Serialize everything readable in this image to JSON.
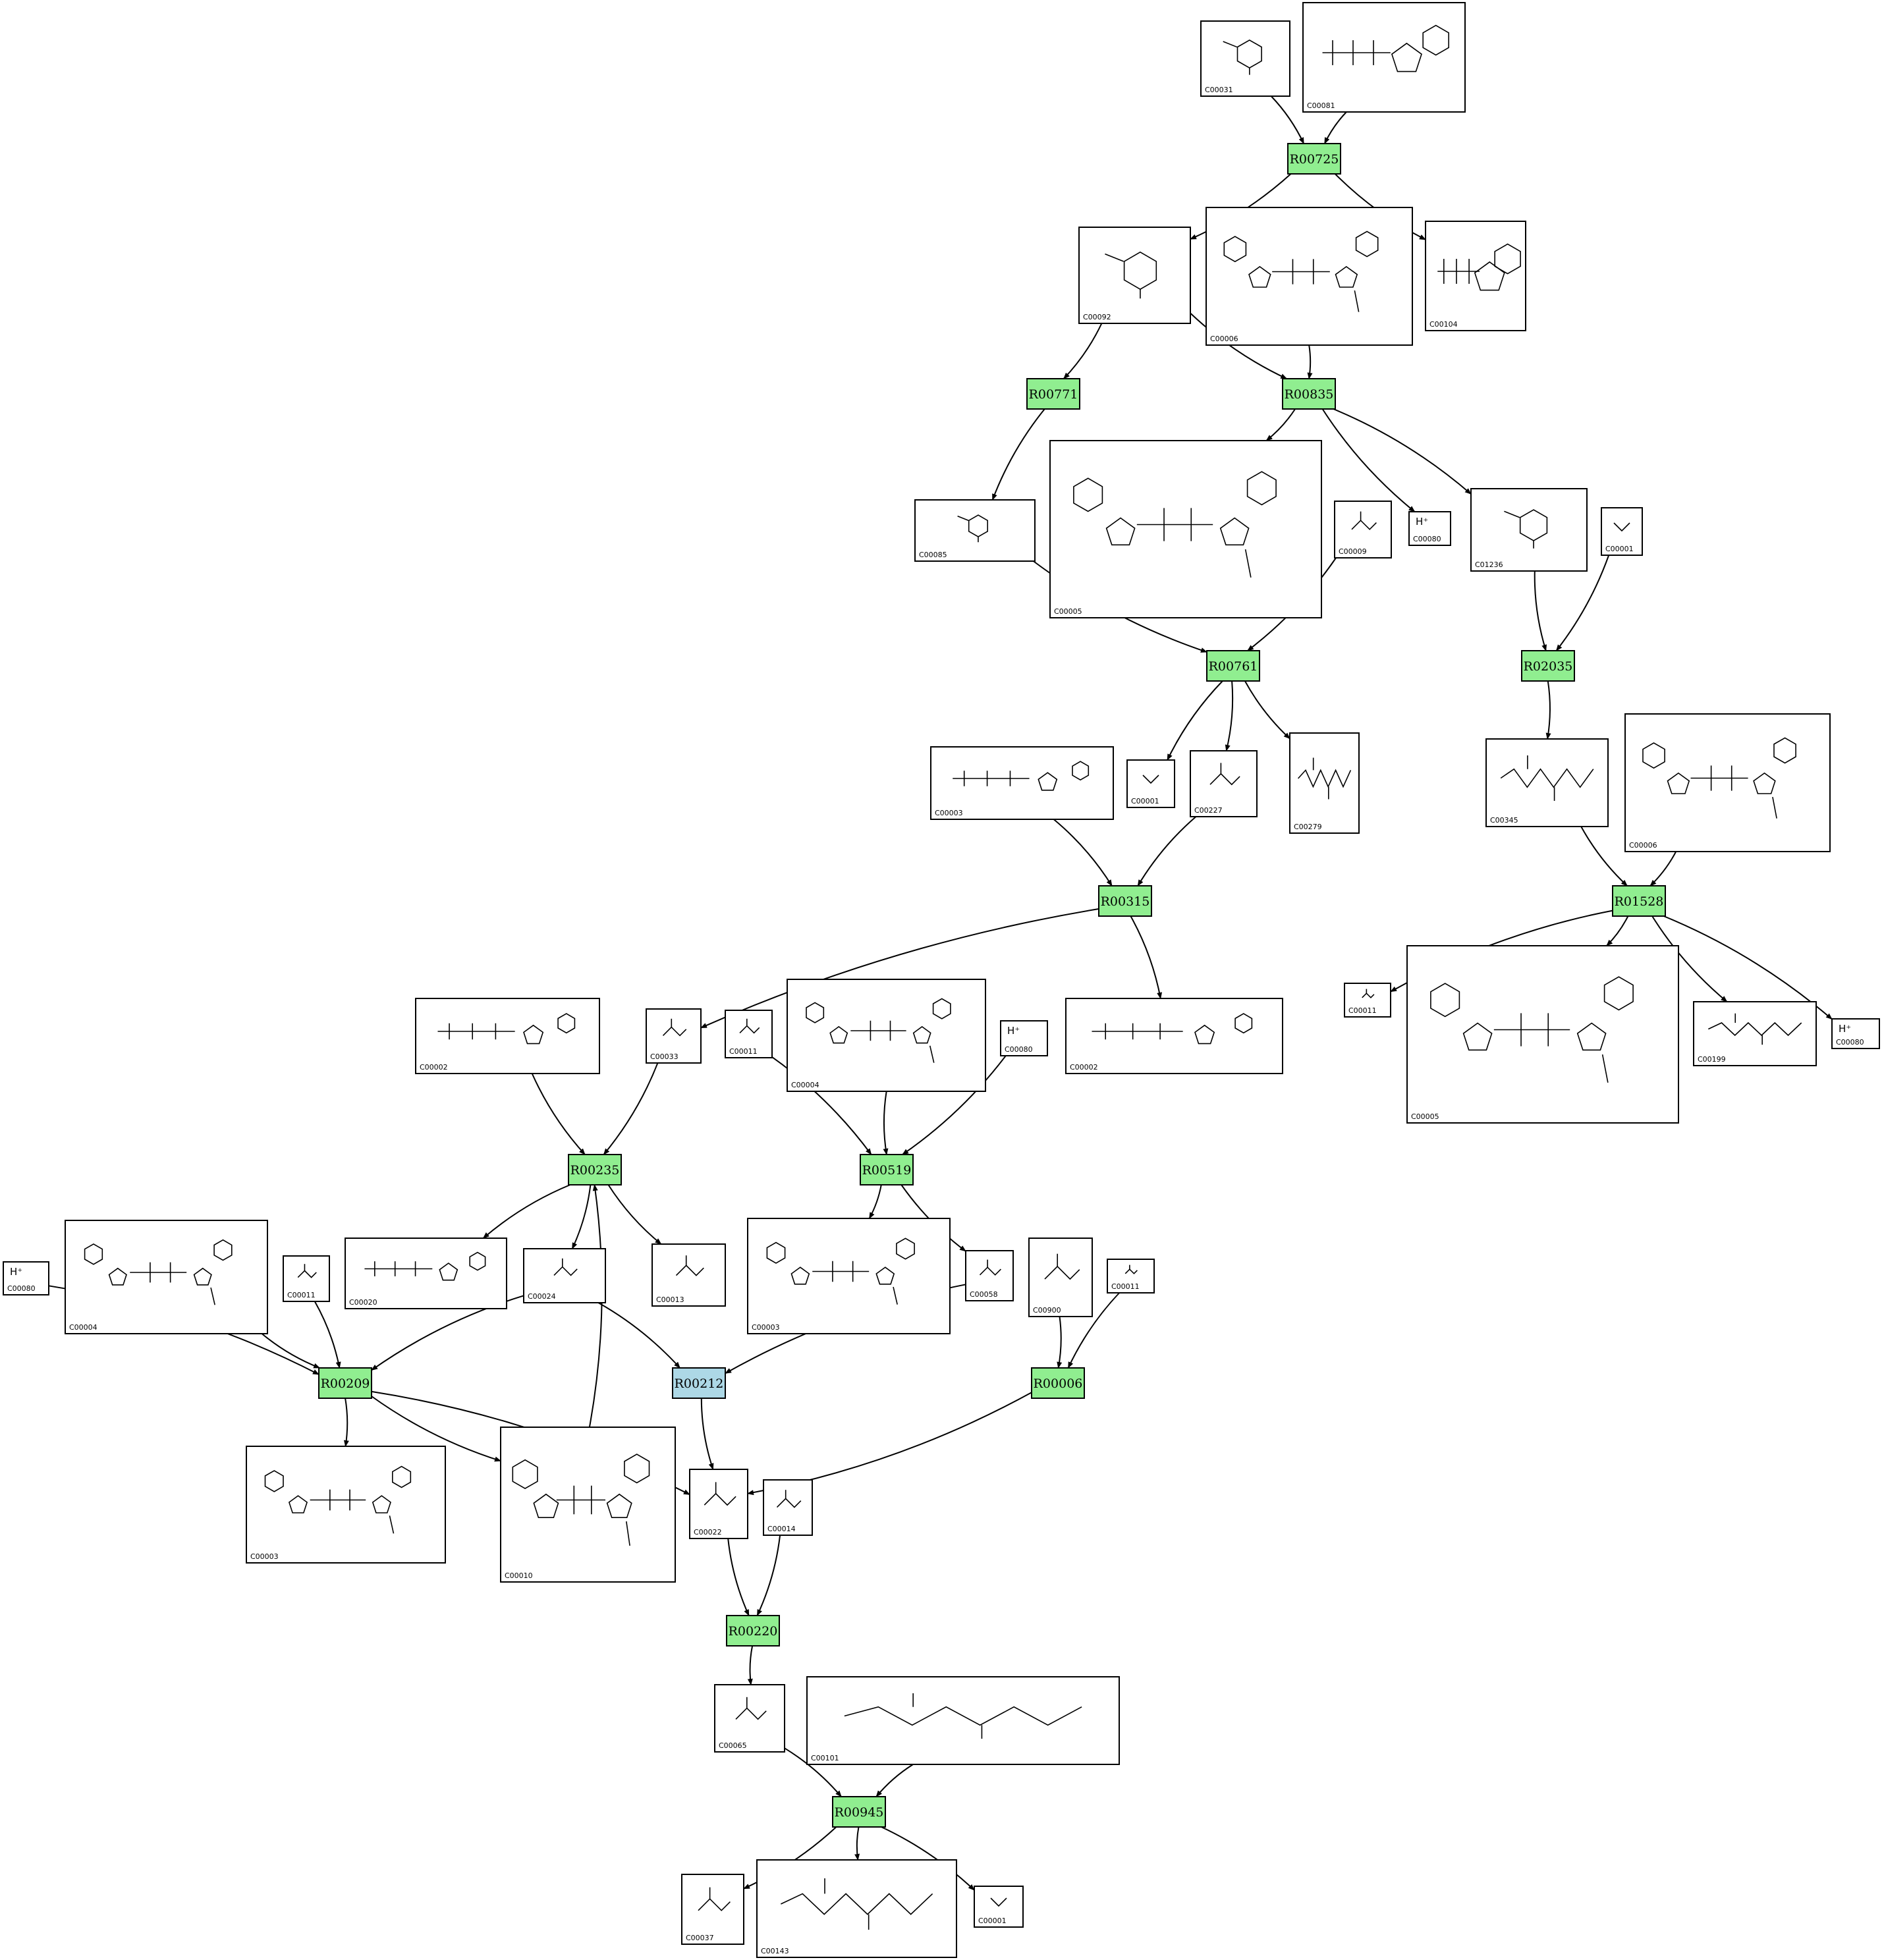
{
  "colors": {
    "reaction_fill": "#90ee90",
    "reaction_alt_fill": "#add8e6",
    "line": "#000000",
    "background": "#ffffff"
  },
  "compounds": [
    {
      "key": "n1",
      "id": "C00031",
      "glyph": "ring"
    },
    {
      "key": "n2",
      "id": "C00081",
      "glyph": "nucleotide"
    },
    {
      "key": "n3",
      "id": "C00092",
      "glyph": "ring"
    },
    {
      "key": "n4",
      "id": "C00006",
      "glyph": "dinucleotide"
    },
    {
      "key": "n5",
      "id": "C00104",
      "glyph": "nucleotide"
    },
    {
      "key": "n6",
      "id": "C00085",
      "glyph": "ring"
    },
    {
      "key": "n7",
      "id": "C00005",
      "glyph": "dinucleotide"
    },
    {
      "key": "n8",
      "id": "C00009",
      "glyph": "small"
    },
    {
      "key": "n9",
      "id": "C00080",
      "glyph": "hplus"
    },
    {
      "key": "n10",
      "id": "C01236",
      "glyph": "ring"
    },
    {
      "key": "n11",
      "id": "C00001",
      "glyph": "water"
    },
    {
      "key": "n12",
      "id": "C00003",
      "glyph": "nucleotide"
    },
    {
      "key": "n13",
      "id": "C00001",
      "glyph": "water"
    },
    {
      "key": "n14",
      "id": "C00227",
      "glyph": "small"
    },
    {
      "key": "n15",
      "id": "C00279",
      "glyph": "chain"
    },
    {
      "key": "n16",
      "id": "C00345",
      "glyph": "chain"
    },
    {
      "key": "n17",
      "id": "C00006",
      "glyph": "dinucleotide"
    },
    {
      "key": "n18",
      "id": "C00002",
      "glyph": "nucleotide"
    },
    {
      "key": "n19",
      "id": "C00033",
      "glyph": "small"
    },
    {
      "key": "n20",
      "id": "C00011",
      "glyph": "small"
    },
    {
      "key": "n21",
      "id": "C00004",
      "glyph": "dinucleotide"
    },
    {
      "key": "n22",
      "id": "C00080",
      "glyph": "hplus"
    },
    {
      "key": "n23",
      "id": "C00002",
      "glyph": "nucleotide"
    },
    {
      "key": "n24",
      "id": "C00011",
      "glyph": "small"
    },
    {
      "key": "n25",
      "id": "C00005",
      "glyph": "dinucleotide"
    },
    {
      "key": "n26",
      "id": "C00199",
      "glyph": "chain"
    },
    {
      "key": "n27",
      "id": "C00080",
      "glyph": "hplus"
    },
    {
      "key": "n28",
      "id": "C00080",
      "glyph": "hplus"
    },
    {
      "key": "n29",
      "id": "C00004",
      "glyph": "dinucleotide"
    },
    {
      "key": "n30",
      "id": "C00011",
      "glyph": "small"
    },
    {
      "key": "n31",
      "id": "C00020",
      "glyph": "nucleotide"
    },
    {
      "key": "n32",
      "id": "C00024",
      "glyph": "small"
    },
    {
      "key": "n33",
      "id": "C00013",
      "glyph": "small"
    },
    {
      "key": "n34",
      "id": "C00003",
      "glyph": "dinucleotide"
    },
    {
      "key": "n35",
      "id": "C00058",
      "glyph": "small"
    },
    {
      "key": "n36",
      "id": "C00900",
      "glyph": "small"
    },
    {
      "key": "n37",
      "id": "C00011",
      "glyph": "small"
    },
    {
      "key": "n38",
      "id": "C00003",
      "glyph": "dinucleotide"
    },
    {
      "key": "n39",
      "id": "C00010",
      "glyph": "dinucleotide"
    },
    {
      "key": "n40",
      "id": "C00022",
      "glyph": "small"
    },
    {
      "key": "n41",
      "id": "C00014",
      "glyph": "small"
    },
    {
      "key": "n42",
      "id": "C00065",
      "glyph": "small"
    },
    {
      "key": "n43",
      "id": "C00101",
      "glyph": "chain"
    },
    {
      "key": "n44",
      "id": "C00037",
      "glyph": "small"
    },
    {
      "key": "n45",
      "id": "C00143",
      "glyph": "chain"
    },
    {
      "key": "n46",
      "id": "C00001",
      "glyph": "water"
    }
  ],
  "reactions": [
    {
      "key": "R00725",
      "label": "R00725",
      "variant": "primary"
    },
    {
      "key": "R00771",
      "label": "R00771",
      "variant": "primary"
    },
    {
      "key": "R00835",
      "label": "R00835",
      "variant": "primary"
    },
    {
      "key": "R00761",
      "label": "R00761",
      "variant": "primary"
    },
    {
      "key": "R02035",
      "label": "R02035",
      "variant": "primary"
    },
    {
      "key": "R00315",
      "label": "R00315",
      "variant": "primary"
    },
    {
      "key": "R01528",
      "label": "R01528",
      "variant": "primary"
    },
    {
      "key": "R00235",
      "label": "R00235",
      "variant": "primary"
    },
    {
      "key": "R00519",
      "label": "R00519",
      "variant": "primary"
    },
    {
      "key": "R00209",
      "label": "R00209",
      "variant": "primary"
    },
    {
      "key": "R00212",
      "label": "R00212",
      "variant": "alternate"
    },
    {
      "key": "R00006",
      "label": "R00006",
      "variant": "primary"
    },
    {
      "key": "R00220",
      "label": "R00220",
      "variant": "primary"
    },
    {
      "key": "R00945",
      "label": "R00945",
      "variant": "primary"
    }
  ],
  "edges": [
    [
      "n1",
      "R00725"
    ],
    [
      "n2",
      "R00725"
    ],
    [
      "R00725",
      "n3"
    ],
    [
      "R00725",
      "n5"
    ],
    [
      "n3",
      "R00771"
    ],
    [
      "n3",
      "R00835"
    ],
    [
      "n4",
      "R00835"
    ],
    [
      "R00771",
      "n6"
    ],
    [
      "R00835",
      "n7"
    ],
    [
      "R00835",
      "n9"
    ],
    [
      "R00835",
      "n10"
    ],
    [
      "n6",
      "R00761"
    ],
    [
      "n8",
      "R00761"
    ],
    [
      "n10",
      "R02035"
    ],
    [
      "n11",
      "R02035"
    ],
    [
      "R00761",
      "n13"
    ],
    [
      "R00761",
      "n14"
    ],
    [
      "R00761",
      "n15"
    ],
    [
      "n12",
      "R00315"
    ],
    [
      "n14",
      "R00315"
    ],
    [
      "R02035",
      "n16"
    ],
    [
      "n16",
      "R01528"
    ],
    [
      "n17",
      "R01528"
    ],
    [
      "R00315",
      "n19"
    ],
    [
      "R00315",
      "n23"
    ],
    [
      "R01528",
      "n24"
    ],
    [
      "R01528",
      "n25"
    ],
    [
      "R01528",
      "n26"
    ],
    [
      "R01528",
      "n27"
    ],
    [
      "n18",
      "R00235"
    ],
    [
      "n19",
      "R00235"
    ],
    [
      "n39",
      "R00235"
    ],
    [
      "n20",
      "R00519"
    ],
    [
      "n21",
      "R00519"
    ],
    [
      "n22",
      "R00519"
    ],
    [
      "R00235",
      "n31"
    ],
    [
      "R00235",
      "n32"
    ],
    [
      "R00235",
      "n33"
    ],
    [
      "R00519",
      "n34"
    ],
    [
      "R00519",
      "n35"
    ],
    [
      "n28",
      "R00209"
    ],
    [
      "n29",
      "R00209"
    ],
    [
      "n30",
      "R00209"
    ],
    [
      "n32",
      "R00209"
    ],
    [
      "n32",
      "R00212"
    ],
    [
      "n35",
      "R00212"
    ],
    [
      "n36",
      "R00006"
    ],
    [
      "n37",
      "R00006"
    ],
    [
      "R00209",
      "n38"
    ],
    [
      "R00209",
      "n39"
    ],
    [
      "R00209",
      "n40"
    ],
    [
      "R00212",
      "n40"
    ],
    [
      "R00006",
      "n40"
    ],
    [
      "n40",
      "R00220"
    ],
    [
      "n41",
      "R00220"
    ],
    [
      "R00220",
      "n42"
    ],
    [
      "n42",
      "R00945"
    ],
    [
      "n43",
      "R00945"
    ],
    [
      "R00945",
      "n44"
    ],
    [
      "R00945",
      "n45"
    ],
    [
      "R00945",
      "n46"
    ]
  ]
}
